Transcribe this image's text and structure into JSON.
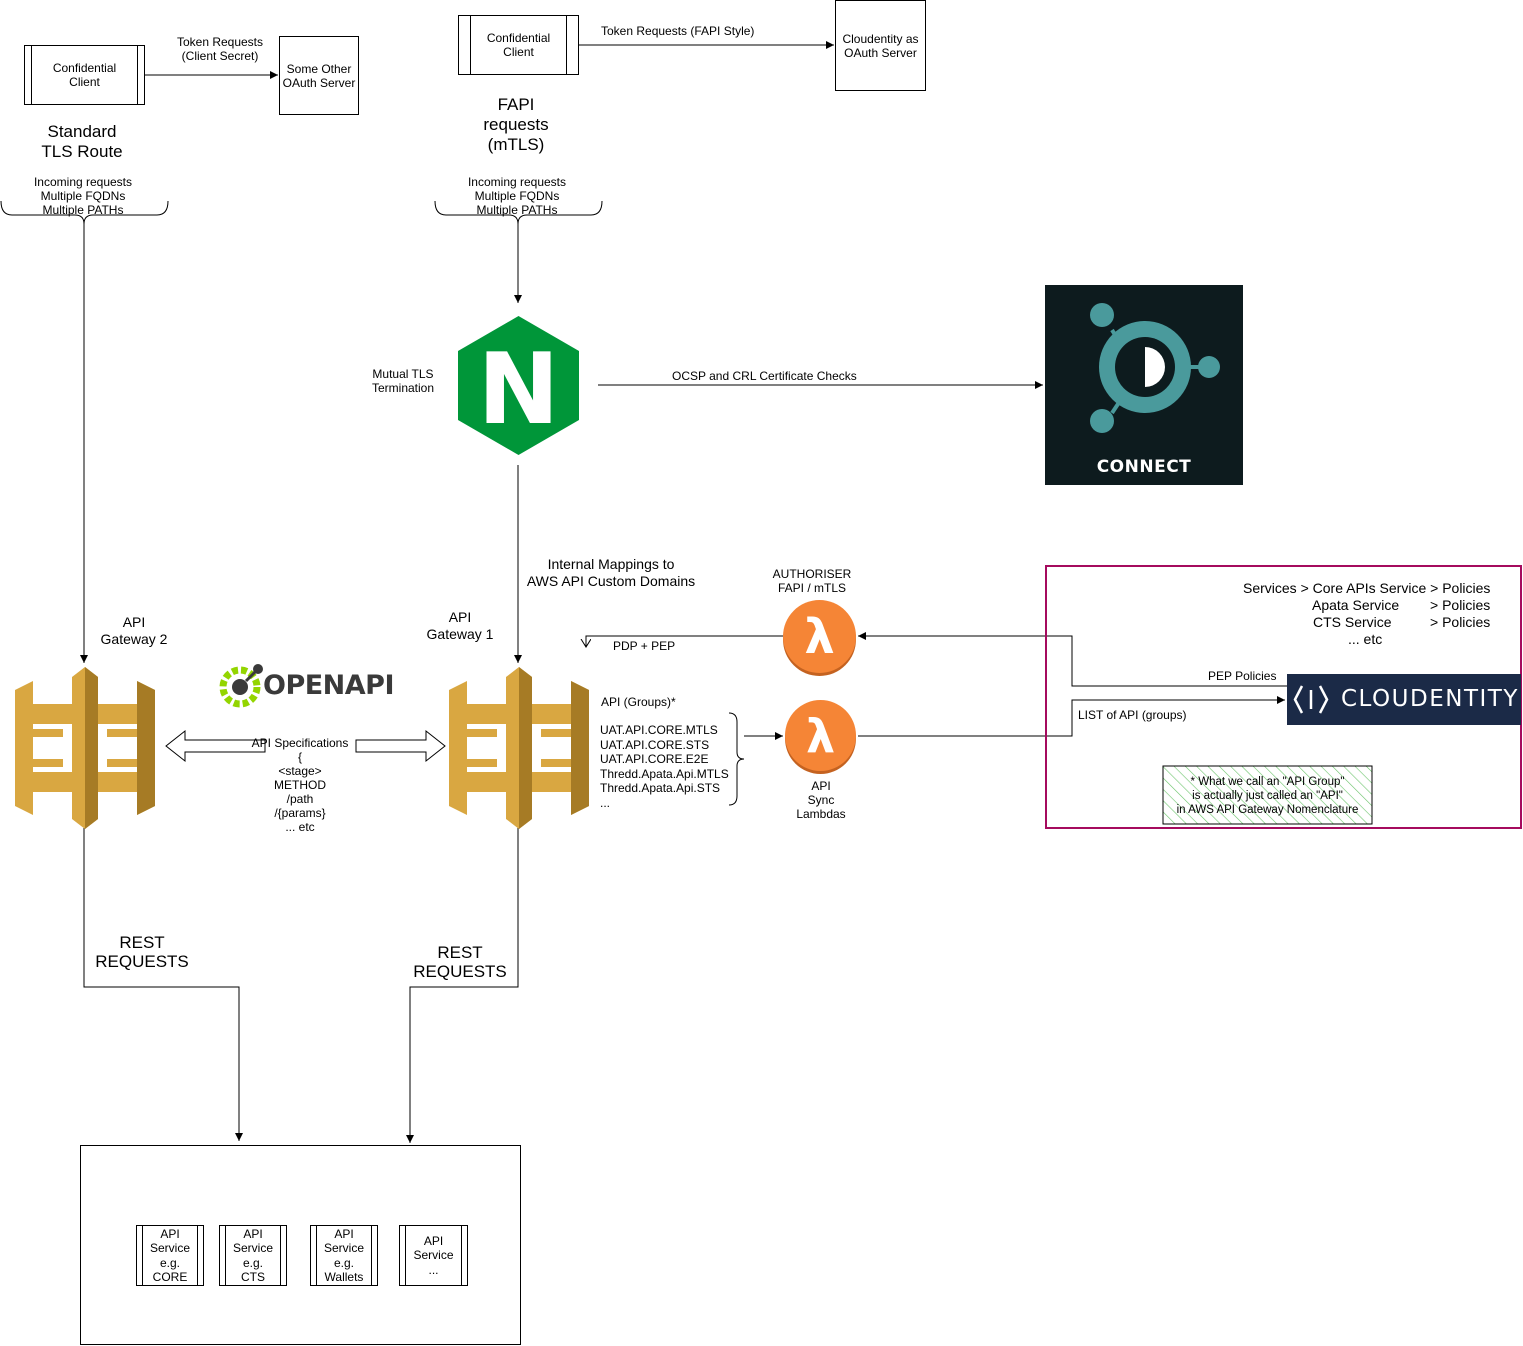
{
  "left_client": {
    "label": "Confidential\nClient"
  },
  "left_token_request": "Token Requests\n(Client Secret)",
  "other_oauth": "Some Other\nOAuth Server",
  "standard_route": "Standard\nTLS Route",
  "left_incoming": "Incoming requests\nMultiple FQDNs\nMultiple PATHs",
  "right_client": {
    "label": "Confidential\nClient"
  },
  "right_token_request": "Token Requests (FAPI Style)",
  "cloudentity_oauth": "Cloudentity as\nOAuth Server",
  "fapi_route": "FAPI\nrequests\n(mTLS)",
  "right_incoming": "Incoming requests\nMultiple FQDNs\nMultiple PATHs",
  "mutual_tls": "Mutual TLS\nTermination",
  "nginx_letter": "N",
  "ocsp": "OCSP and CRL Certificate Checks",
  "connect_label": "CONNECT",
  "internal_mappings": "Internal Mappings to\nAWS API Custom Domains",
  "authoriser": "AUTHORISER\nFAPI / mTLS",
  "pdp_pep": "PDP + PEP",
  "lambda_glyph": "λ",
  "api_gateway_2": "API\nGateway 2",
  "api_gateway_1": "API\nGateway 1",
  "openapi_label": "OPENAPI",
  "api_specs": "API Specifications\n{\n<stage>\nMETHOD\n/path\n/{params}\n... etc",
  "api_groups_title": "API (Groups)*",
  "api_groups": [
    "UAT.API.CORE.MTLS",
    "UAT.API.CORE.STS",
    "UAT.API.CORE.E2E",
    "Thredd.Apata.Api.MTLS",
    "Thredd.Apata.Api.STS",
    "..."
  ],
  "api_sync": "API\nSync\nLambdas",
  "services": {
    "line1": "Services > Core APIs Service > Policies",
    "line2a": "Apata Service",
    "line2b": "> Policies",
    "line3a": "CTS Service",
    "line3b": "> Policies",
    "line4": "... etc"
  },
  "pep_policies": "PEP Policies",
  "list_api": "LIST of API (groups)",
  "cloudentity_brand": "CLOUDENTITY",
  "api_group_note": "* What we call an \"API Group\"\nis actually just called an \"API\"\nin AWS API Gateway Nomenclature",
  "rest_left": "REST\nREQUESTS",
  "rest_right": "REST\nREQUESTS",
  "service_boxes": [
    "API\nService\ne.g.\nCORE",
    "API\nService\ne.g.\nCTS",
    "API\nService\ne.g.\nWallets",
    "API\nService\n..."
  ],
  "colors": {
    "nginx_green": "#009639",
    "aws_gold": "#D9A741",
    "lambda_orange": "#F58536",
    "connect_bg": "#0D1B1E",
    "connect_teal": "#4A9A9C",
    "cloudentity_bg": "#1B2A47",
    "frame_magenta": "#A50B5E",
    "note_green": "#6BC46B"
  }
}
